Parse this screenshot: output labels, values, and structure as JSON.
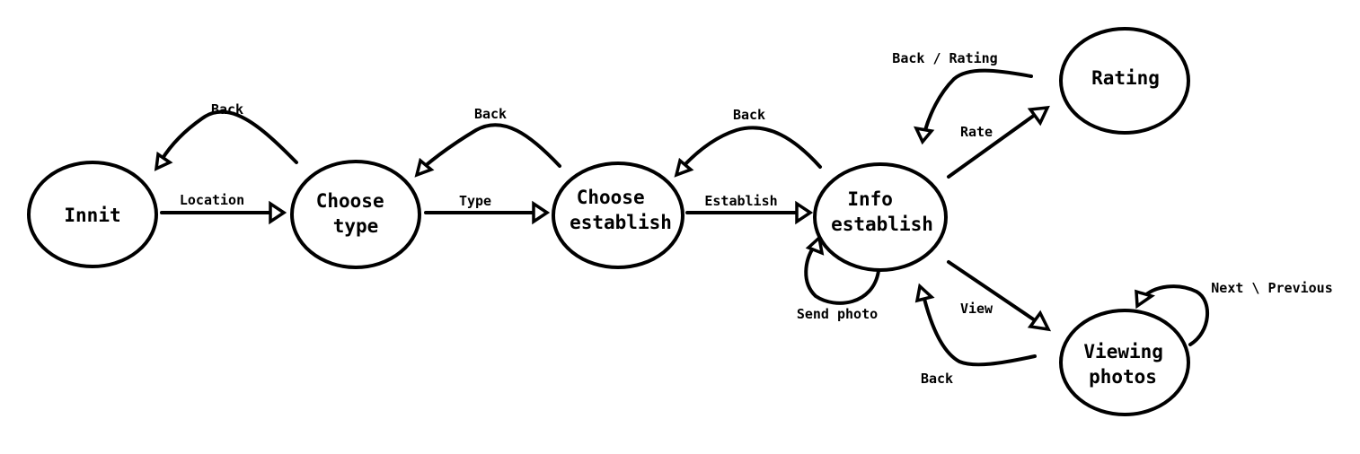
{
  "nodes": {
    "innit": [
      "Innit"
    ],
    "choose_type": [
      "Choose",
      "type"
    ],
    "choose_establish": [
      "Choose",
      "establish"
    ],
    "info_establish": [
      "Info",
      "establish"
    ],
    "rating": [
      "Rating"
    ],
    "viewing_photos": [
      "Viewing",
      "photos"
    ]
  },
  "edges": {
    "location": "Location",
    "type": "Type",
    "establish": "Establish",
    "back_1": "Back",
    "back_2": "Back",
    "back_3": "Back",
    "rate": "Rate",
    "back_rating": "Back / Rating",
    "send_photo": "Send photo",
    "view": "View",
    "back_view": "Back",
    "next_previous": "Next \\ Previous"
  }
}
